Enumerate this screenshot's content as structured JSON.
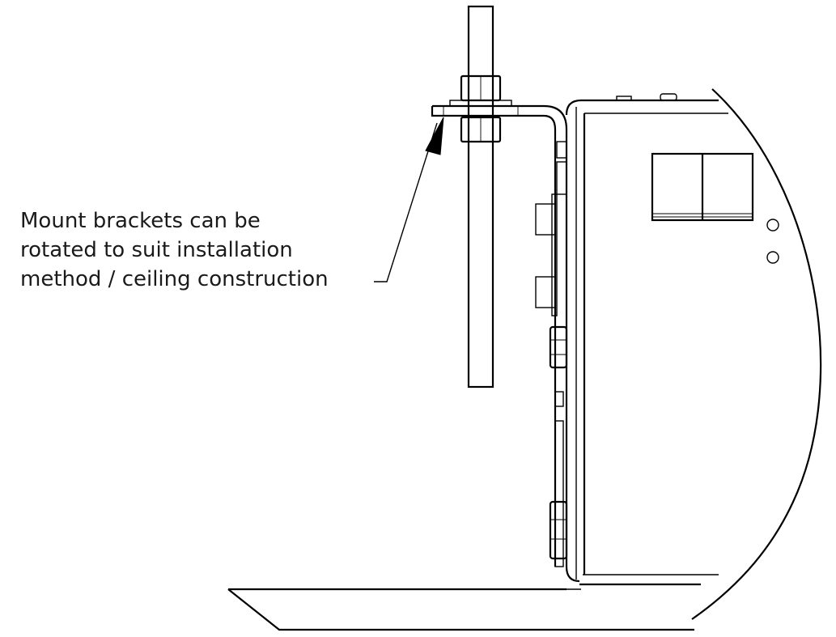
{
  "callout": {
    "lines": [
      "Mount brackets can be",
      "rotated to suit installation",
      "method / ceiling construction"
    ]
  },
  "parts": [
    "threaded-rod",
    "hex-nut-upper",
    "hex-nut-lower",
    "washer",
    "mount-bracket",
    "enclosure",
    "indicator-window",
    "indicator-leds",
    "cable-glands",
    "ceiling-tray",
    "access-cover-arc"
  ],
  "colors": {
    "line": "#000000",
    "text": "#1a1a1a",
    "background": "#ffffff"
  }
}
